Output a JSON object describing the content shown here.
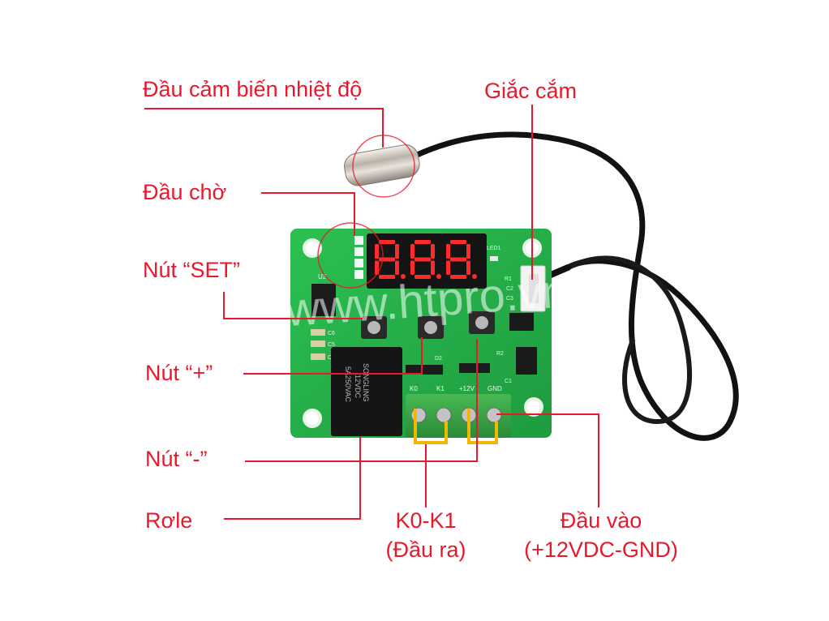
{
  "labels": {
    "sensor_probe": "Đầu cảm biến nhiệt độ",
    "socket": "Giắc cắm",
    "standby_pins": "Đầu chờ",
    "set_button": "Nút “SET”",
    "plus_button": "Nút “+”",
    "minus_button": "Nút “-”",
    "relay": "Rơle",
    "output_title": "K0-K1",
    "output_sub": "(Đầu ra)",
    "input_title": "Đầu vào",
    "input_sub": "(+12VDC-GND)"
  },
  "board": {
    "display_digits": "8.8.8",
    "led_label": "LED1",
    "chip_label": "U2",
    "terminal_labels": [
      "K0",
      "K1",
      "+12V",
      "GND"
    ],
    "relay_text": [
      "SONGLING",
      "12VDC",
      "5A250VAC"
    ],
    "watermark": "www.htpro.vn",
    "capacitor_labels": [
      "C6",
      "C5",
      "C4"
    ],
    "small_labels": [
      "D2",
      "R2",
      "C1",
      "R1",
      "C2",
      "C3"
    ]
  },
  "colors": {
    "annotation": "#e8192c",
    "pcb": "#23b34a",
    "display_segment": "#ff2b2b",
    "terminal": "#3aa544",
    "relay": "#151515",
    "jumper": "#f2b705"
  }
}
